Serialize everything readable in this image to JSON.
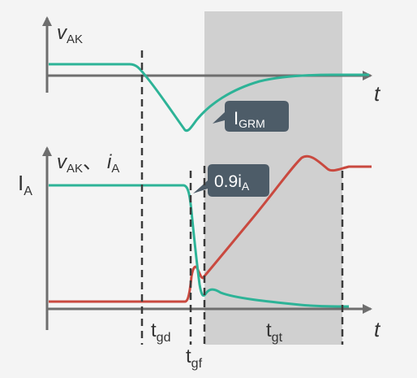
{
  "colors": {
    "background": "#f4f4f4",
    "shade": "#d0d0d0",
    "axis": "#6e6e6e",
    "green": "#2db397",
    "red": "#c9493f",
    "callout": "#4d5c68",
    "dash": "#3a3a3a"
  },
  "top_plot": {
    "y_label_main": "v",
    "y_label_sub": "AK",
    "x_label": "t",
    "callout_main": "I",
    "callout_sub": "GRM"
  },
  "bottom_plot": {
    "y_label_v_main": "v",
    "y_label_v_sub": "AK",
    "y_label_sep": "、",
    "y_label_i_main": "i",
    "y_label_i_sub": "A",
    "level_main": "I",
    "level_sub": "A",
    "x_label": "t",
    "callout_main": "0.9i",
    "callout_sub": "A"
  },
  "intervals": {
    "tgd_main": "t",
    "tgd_sub": "gd",
    "tgf_main": "t",
    "tgf_sub": "gf",
    "tgt_main": "t",
    "tgt_sub": "gt"
  }
}
